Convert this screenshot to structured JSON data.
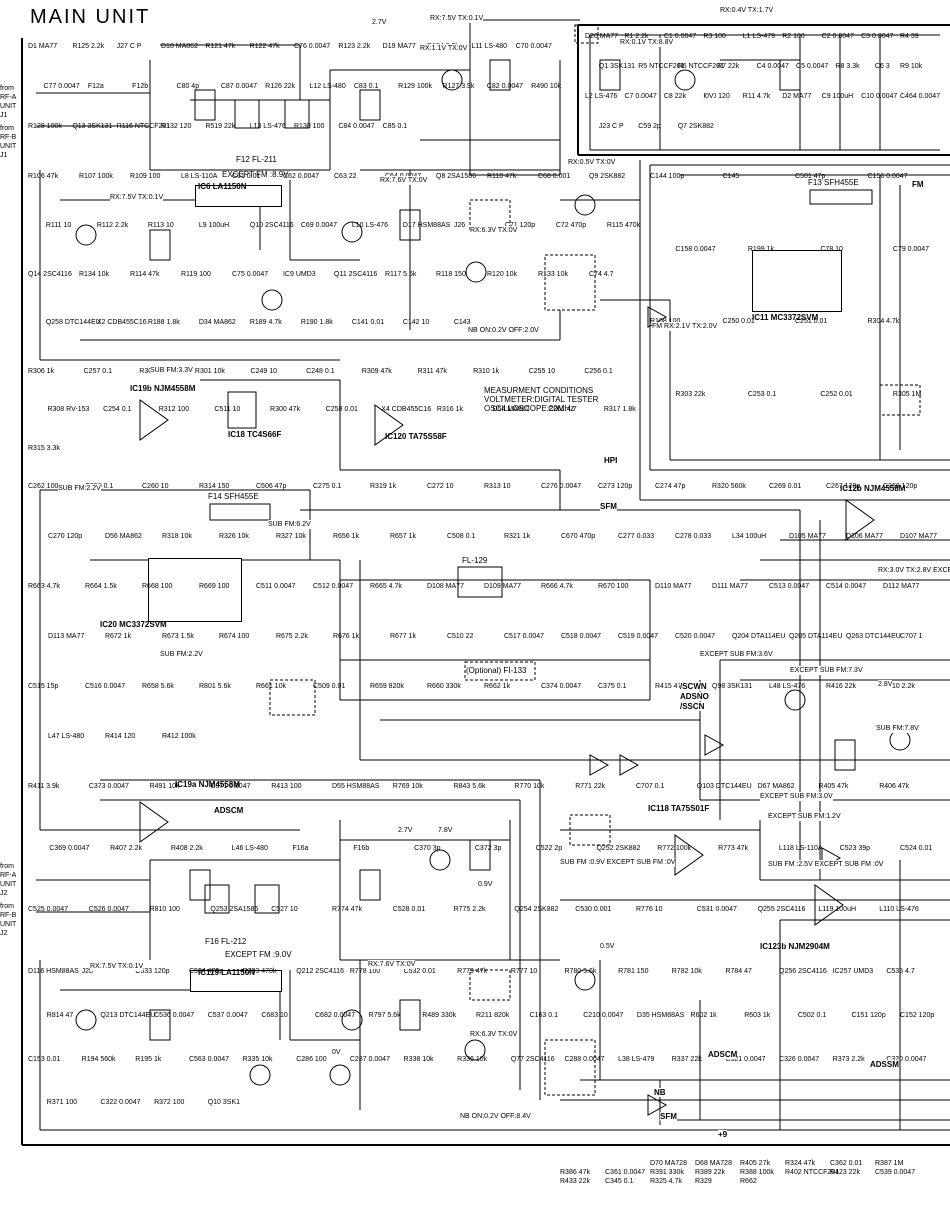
{
  "title": "MAIN UNIT",
  "measurement": {
    "line1": "MEASURMENT CONDITIONS",
    "line2": "VOLTMETER:DIGITAL TESTER",
    "line3": "OSCILLOSCOPE:20MHz"
  },
  "inputs": {
    "j1": "from RF-A UNIT J1",
    "j2": "from RF-B UNIT J1",
    "j4": "from RF-A UNIT J2",
    "j5": "from RF-B UNIT J2"
  },
  "blocks": {
    "ic6": "IC6 LA1150N",
    "ic6_note": "EXCEPT FM :8.9V",
    "ic119": "IC119 LA1150N",
    "ic119_note": "EXCEPT FM :9.0V",
    "ic11": "IC11 MC3372SVM",
    "ic20": "IC20 MC3372SVM",
    "ic18": "IC18 TC4S66F",
    "ic120": "IC120 TA75S58F",
    "ic19b": "IC19b NJM4558M",
    "ic19a": "IC19a NJM4558M",
    "ic12b": "IC12b NJM4558M",
    "ic118": "IC118 TA75S01F",
    "ic123": "IC123b NJM2904M",
    "fl15": "FL-129",
    "fl_opt": "(Optional) FI-133",
    "f12": "F12 FL-211",
    "f16": "F16 FL-212",
    "f13": "F13 SFH455E",
    "f14": "F14 SFH455E"
  },
  "components": [
    "D1 MA77",
    "R125 2.2k",
    "J27 C P",
    "D18 MA862",
    "R121 47k",
    "R122 47k",
    "C76 0.0047",
    "R123 2.2k",
    "D19 MA77",
    "R124 2.2k",
    "L11 LS-480",
    "C70 0.0047",
    "C77 0.0047",
    "F12a",
    "F12b",
    "C80 4p",
    "C87 0.0047",
    "R126 22k",
    "L12 LS-480",
    "C83 0.1",
    "R129 100k",
    "R127 3.9k",
    "C82 0.0047",
    "R490 10k",
    "R128 100k",
    "Q13 3SK131",
    "R116 NTCCF201",
    "R132 120",
    "R519 22k",
    "L13 LS-476",
    "R130 100",
    "C84 0.0047",
    "C85 0.1",
    "D20 MA77",
    "R1 2.2k",
    "C1 0.0047",
    "R3 100",
    "L1 LS-479",
    "R2 100",
    "C2 0.0047",
    "C3 0.0047",
    "R4 39",
    "Q1 3SK131",
    "R5 NTCCF201",
    "R6 NTCCF201",
    "R7 22k",
    "C4 0.0047",
    "C5 0.0047",
    "R8 3.3k",
    "C6 3",
    "R9 10k",
    "L2 LS-476",
    "C7 0.0047",
    "C8 22k",
    "R10 120",
    "R11 4.7k",
    "D2 MA77",
    "C9 100uH",
    "C10 0.0047",
    "C464 0.0047",
    "J23 C P",
    "C59 2p",
    "Q7 2SK882",
    "R106 47k",
    "R107 100k",
    "R109 100",
    "L8 LS-110A",
    "C61 0.01",
    "C62 0.0047",
    "C63 22",
    "C64 0.0047",
    "Q8 2SA1586",
    "R110 47k",
    "C68 0.001",
    "Q9 2SK882",
    "R111 10",
    "R112 2.2k",
    "R113 10",
    "L9 100uH",
    "Q10 2SC4116",
    "C69 0.0047",
    "L10 LS-476",
    "D17 HSM88AS",
    "J26",
    "C71 120p",
    "C72 470p",
    "R115 470k",
    "Q14 2SC4116",
    "R134 10k",
    "R114 47k",
    "R119 100",
    "C75 0.0047",
    "IC9 UMD3",
    "Q11 2SC4116",
    "R117 5.6k",
    "R118 150",
    "R120 10k",
    "R133 10k",
    "C74 4.7",
    "Q258 DTC144EU",
    "X2 CDB455C16",
    "R188 1.8k",
    "D34 MA862",
    "R189 4.7k",
    "R190 1.8k",
    "C141 0.01",
    "C142 10",
    "C143",
    "C144 100p",
    "C145",
    "C501 47p",
    "C156 0.0047",
    "C158 0.0047",
    "R199 1k",
    "C78 10",
    "C79 0.0047",
    "R108 100",
    "C250 0.01",
    "C251 0.01",
    "R304 4.7k",
    "R303 22k",
    "C253 0.1",
    "C252 0.01",
    "R305 1M",
    "R306 1k",
    "C257 0.1",
    "R302 100",
    "R301 10k",
    "C249 10",
    "C248 0.1",
    "R309 47k",
    "R311 47k",
    "R310 1k",
    "C255 10",
    "C256 0.1",
    "R308 RV-153",
    "C254 0.1",
    "R312 100",
    "C511 10",
    "R300 47k",
    "C258 0.01",
    "X4 CDB455C16",
    "R316 1k",
    "D54 MA862",
    "C261 4.7",
    "R317 1.8k",
    "R315 3.3k",
    "C262 100p",
    "C259 0.1",
    "C260 10",
    "R314 150",
    "C506 47p",
    "C275 0.1",
    "R319 1k",
    "C272 10",
    "R313 10",
    "C276 0.0047",
    "C273 120p",
    "C274 47p",
    "R320 560k",
    "C269 0.01",
    "C267 120p",
    "C268 120p",
    "C270 120p",
    "D56 MA862",
    "R318 10k",
    "R326 10k",
    "R327 10k",
    "R656 1k",
    "R657 1k",
    "C508 0.1",
    "R321 1k",
    "C670 470p",
    "C277 0.033",
    "C278 0.033",
    "L34 100uH",
    "D105 MA77",
    "D106 MA77",
    "D107 MA77",
    "R663 4.7k",
    "R664 1.5k",
    "R668 100",
    "R669 100",
    "C511 0.0047",
    "C512 0.0047",
    "R665 4.7k",
    "D108 MA77",
    "D109 MA77",
    "R666 4.7k",
    "R670 100",
    "D110 MA77",
    "D111 MA77",
    "C513 0.0047",
    "C514 0.0047",
    "D112 MA77",
    "D113 MA77",
    "R672 1k",
    "R673 1.5k",
    "R674 100",
    "R675 2.2k",
    "R676 1k",
    "R677 1k",
    "C510 22",
    "C517 0.0047",
    "C518 0.0047",
    "C519 0.0047",
    "C520 0.0047",
    "Q204 DTA114EU",
    "Q205 DTA114EU",
    "Q263 DTC144EU",
    "C707 1",
    "C515 15p",
    "C516 0.0047",
    "R658 5.6k",
    "R801 5.6k",
    "R661 10k",
    "C509 0.01",
    "R659 820k",
    "R660 330k",
    "R662 1k",
    "C374 0.0047",
    "C375 0.1",
    "R415 470k",
    "Q98 3SK131",
    "L48 LS-476",
    "R416 22k",
    "R410 2.2k",
    "L47 LS-480",
    "R414 120",
    "R412 100k",
    "R411 3.9k",
    "C373 0.0047",
    "R491 10k",
    "C371 0.0047",
    "R413 100",
    "D55 HSM88AS",
    "R769 10k",
    "R843 5.6k",
    "R770 10k",
    "R771 22k",
    "C707 0.1",
    "Q103 DTC144EU",
    "D67 MA862",
    "R405 47k",
    "R406 47k",
    "C369 0.0047",
    "R407 2.2k",
    "R408 2.2k",
    "L46 LS-480",
    "F16a",
    "F16b",
    "C370 3p",
    "C372 3p",
    "C522 2p",
    "Q252 2SK882",
    "R772 100k",
    "R773 47k",
    "L118 LS-110A",
    "C523 39p",
    "C524 0.01",
    "C525 0.0047",
    "C526 0.0047",
    "R810 100",
    "Q253 2SA1586",
    "C527 10",
    "R774 47k",
    "C528 0.01",
    "R775 2.2k",
    "Q254 2SK882",
    "C530 0.001",
    "R776 10",
    "C531 0.0047",
    "Q255 2SC4116",
    "L119 100uH",
    "L110 LS-476",
    "D116 HSM88AS",
    "J28",
    "C533 120p",
    "C534 470p",
    "R783 470k",
    "Q212 2SC4116",
    "R778 100",
    "C532 0.01",
    "R779 47k",
    "R777 10",
    "R780 5.6k",
    "R781 150",
    "R782 10k",
    "R784 47",
    "Q256 2SC4116",
    "IC257 UMD3",
    "C535 4.7",
    "R814 47",
    "Q213 DTC144EU",
    "C536 0.0047",
    "C537 0.0047",
    "C683 10",
    "C682 0.0047",
    "R797 5.6k",
    "R489 330k",
    "R211 820k",
    "C163 0.1",
    "C210 0.0047",
    "D35 HSM88AS",
    "R602 1k",
    "R603 1k",
    "C502 0.1",
    "C151 120p",
    "C152 120p",
    "C153 0.01",
    "R194 560k",
    "R195 1k",
    "C563 0.0047",
    "R335 10k",
    "C286 100",
    "C287 0.0047",
    "R338 10k",
    "R336 10k",
    "Q77 2SC4116",
    "C288 0.0047",
    "L38 LS-479",
    "R337 22k",
    "C321 0.0047",
    "C326 0.0047",
    "R373 2.2k",
    "C320 0.0047",
    "R371 100",
    "C322 0.0047",
    "R372 100",
    "Q10 3SK1",
    "D70 MA728",
    "D68 MA728",
    "R405 27k",
    "R324 47k",
    "C362 0.01",
    "R387 1M",
    "R386 47k",
    "C361 0.0047",
    "R391 330k",
    "R389 22k",
    "R388 100k",
    "R402 NTCCF201",
    "R423 22k",
    "C539 0.0047",
    "R433 22k",
    "C345 0.1",
    "R325 4.7k",
    "R329",
    "R662"
  ],
  "voltages": [
    "2.7V",
    "RX:7.5V TX:0.1V",
    "RX:1.1V TX:0V",
    "RX:0.1V TX:8.8V",
    "RX:0.4V TX:1.7V",
    "0V",
    "RX:7.5V TX:0.1V",
    "RX:7.6V TX:0V",
    "RX:6.3V TX:0V",
    "RX:0.5V TX:0V",
    "NB ON:0.2V OFF:2.0V",
    "FM RX:2.1V TX:2.0V",
    "SUB FM:3.3V",
    "SUB FM:2.2V",
    "SUB FM:6.2V",
    "SUB FM:2.2V",
    "EXCEPT SUB FM:3.6V",
    "EXCEPT SUB FM:7.3V",
    "EXCEPT SUB FM:3.0V",
    "EXCEPT SUB FM:1.2V",
    "2.8V",
    "SUB FM:7.8V",
    "RX:3.0V TX:2.8V EXCEPT FM :0V",
    "2.7V",
    "7.8V",
    "0.9V",
    "SUB FM :0.9V EXCEPT SUB FM :0V",
    "SUB FM :2.5V EXCEPT SUB FM :0V",
    "RX:7.5V TX:0.1V",
    "RX:7.6V TX:0V",
    "RX:6.3V TX:0V",
    "0.5V",
    "NB ON:0.2V OFF:8.4V",
    "0V"
  ],
  "nets": [
    "SFM",
    "HPI",
    "/SCWN",
    "ADSNO",
    "/SSCN",
    "ADSCM",
    "SFM",
    "NB",
    "+9",
    "ADSSM",
    "ADSCM",
    "FM"
  ]
}
